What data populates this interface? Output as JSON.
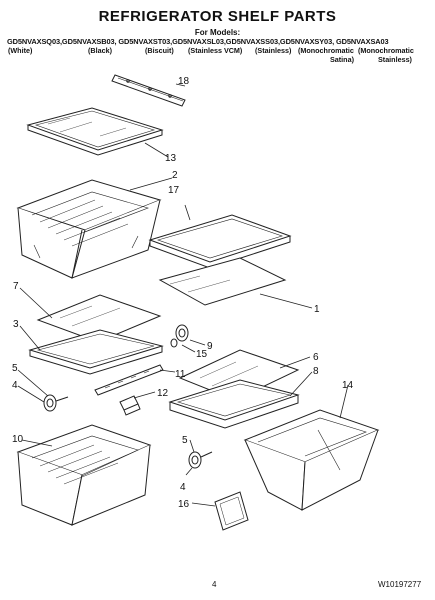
{
  "header": {
    "title": "REFRIGERATOR SHELF PARTS",
    "for_models_label": "For Models:",
    "models_line": "GD5NVAXSQ03,GD5NVAXSB03, GD5NVAXST03,GD5NVAXSL03,GD5NVAXSS03,GD5NVAXSY03, GD5NVAXSA03",
    "variants": [
      "(White)",
      "(Black)",
      "(Biscuit)",
      "(Stainless VCM)",
      "(Stainless)",
      "(Monochromatic",
      "(Monochromatic"
    ],
    "variants_line2": [
      "Satina)",
      "Stainless)"
    ]
  },
  "callouts": [
    "18",
    "13",
    "2",
    "17",
    "7",
    "1",
    "3",
    "9",
    "15",
    "11",
    "5",
    "4",
    "12",
    "6",
    "8",
    "14",
    "10",
    "5",
    "4",
    "16"
  ],
  "footer": {
    "page_number": "4",
    "document_number": "W10197277"
  }
}
